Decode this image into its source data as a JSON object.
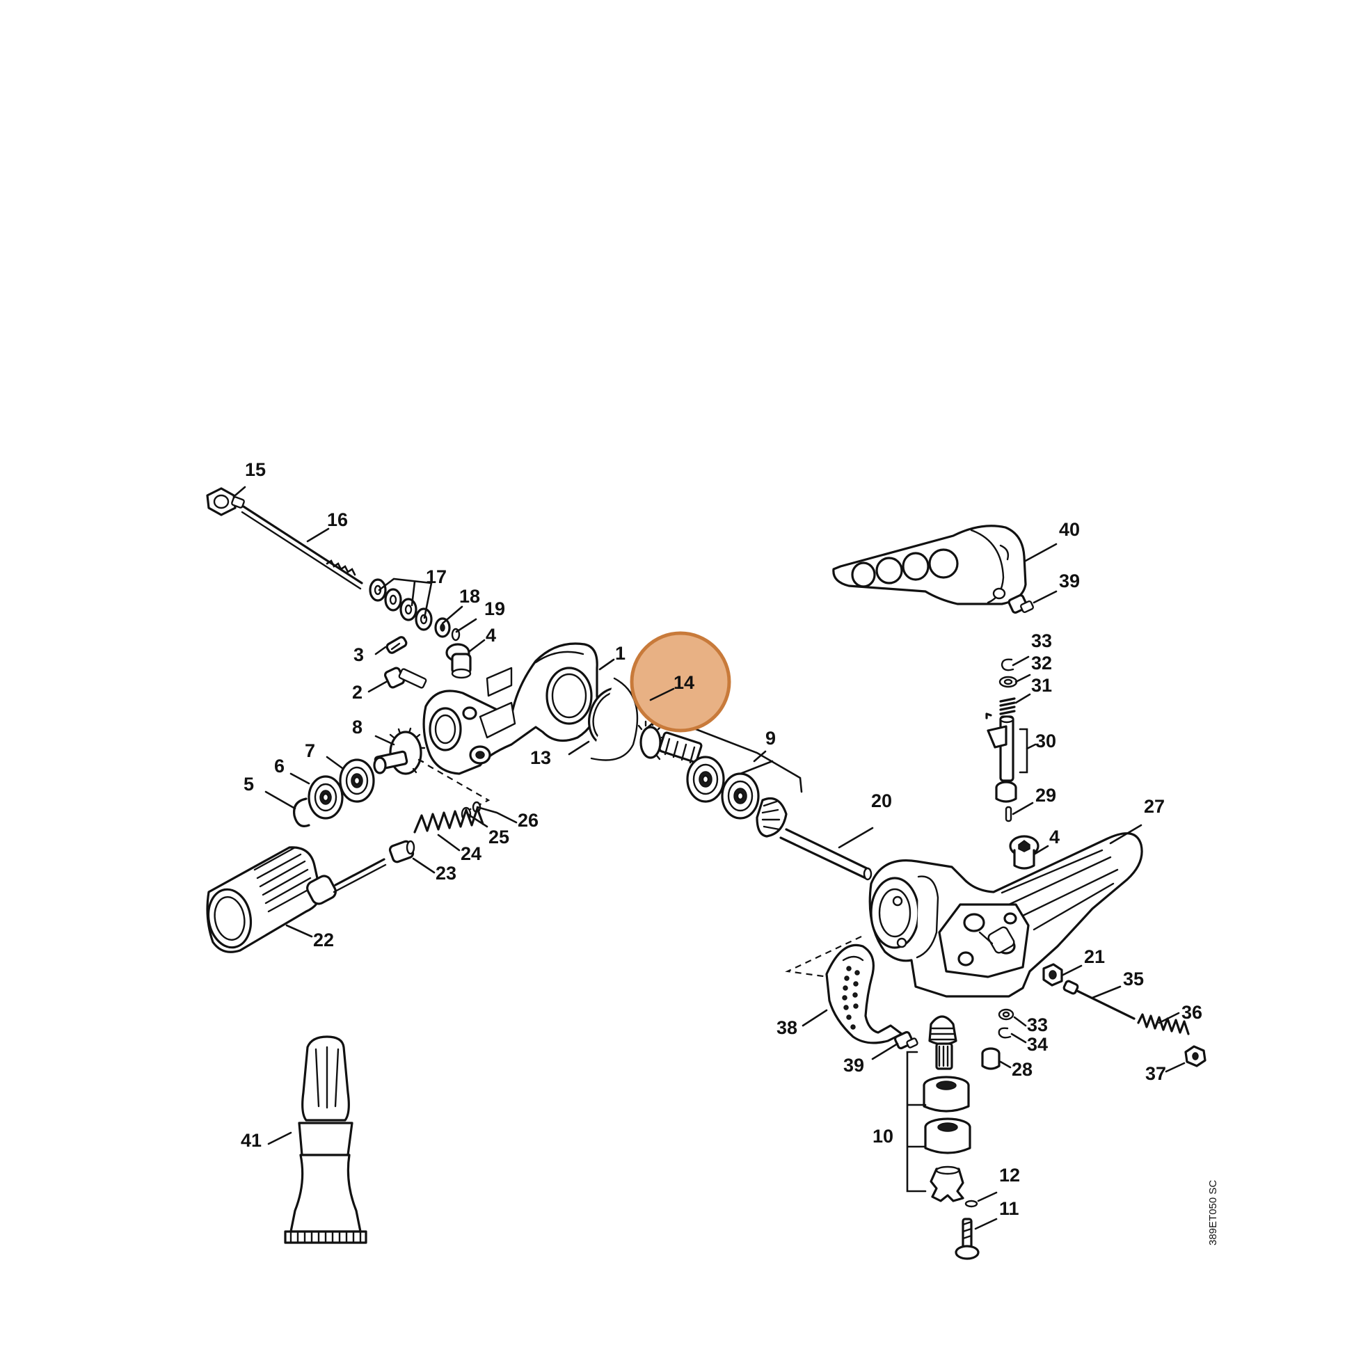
{
  "diagram": {
    "drawing_code": "389ET050 SC",
    "highlight": {
      "label": "14",
      "ring_color": "#c87a3a",
      "fill_color": "#e8b184"
    },
    "callouts": {
      "c1": "1",
      "c2": "2",
      "c3": "3",
      "c4a": "4",
      "c4b": "4",
      "c5": "5",
      "c6": "6",
      "c7": "7",
      "c8": "8",
      "c9": "9",
      "c10": "10",
      "c11": "11",
      "c12": "12",
      "c13": "13",
      "c15": "15",
      "c16": "16",
      "c17": "17",
      "c18": "18",
      "c19": "19",
      "c20": "20",
      "c21": "21",
      "c22": "22",
      "c23": "23",
      "c24": "24",
      "c25": "25",
      "c26": "26",
      "c27": "27",
      "c28": "28",
      "c29": "29",
      "c30": "30",
      "c31": "31",
      "c32": "32",
      "c33a": "33",
      "c33b": "33",
      "c34": "34",
      "c35": "35",
      "c36": "36",
      "c37": "37",
      "c38": "38",
      "c39a": "39",
      "c39b": "39",
      "c40": "40",
      "c41": "41"
    }
  }
}
